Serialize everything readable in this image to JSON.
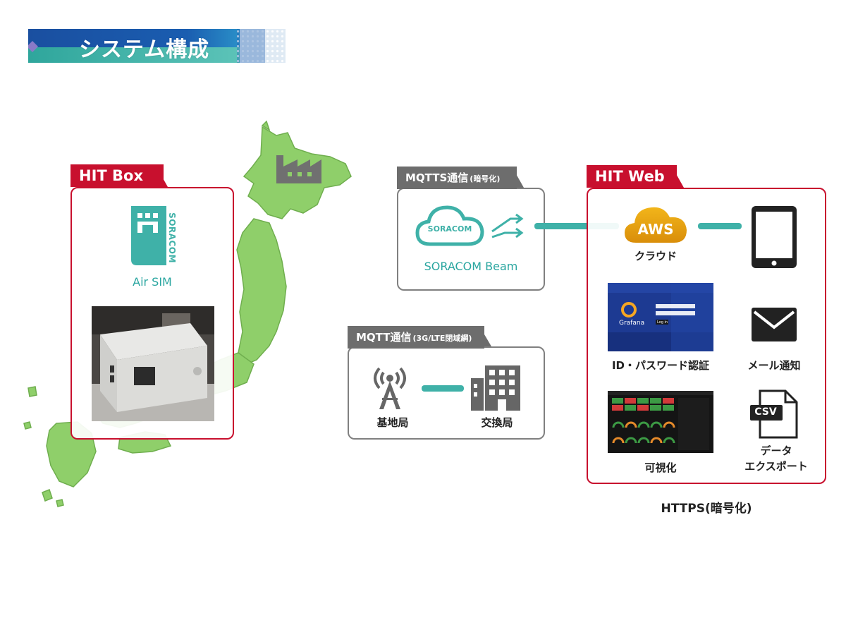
{
  "title": "システム構成",
  "hit_box": {
    "tab_label": "HIT Box",
    "sim_brand": "SORACOM",
    "sim_label": "Air SIM"
  },
  "mqtts": {
    "tab_label": "MQTTS通信",
    "tab_sub": "(暗号化)",
    "cloud_text": "SORACOM",
    "service_label": "SORACOM Beam"
  },
  "mqtt": {
    "tab_label": "MQTT通信",
    "tab_sub": "(3G/LTE閉域網)",
    "tower_label": "基地局",
    "exchange_label": "交換局"
  },
  "hit_web": {
    "tab_label": "HIT Web",
    "aws_text": "AWS",
    "aws_label": "クラウド",
    "auth_label": "ID・パスワード認証",
    "grafana_text": "Grafana",
    "login_button": "Log in",
    "mail_label": "メール通知",
    "viz_label": "可視化",
    "csv_icon_text": "CSV",
    "export_label_1": "データ",
    "export_label_2": "エクスポート"
  },
  "https_label": "HTTPS(暗号化)",
  "colors": {
    "accent_red": "#c8102e",
    "teal": "#3fb1a8",
    "banner_blue": "#1a4fa0",
    "map_green": "#8fcf6a",
    "gray_tab": "#6d6d6d"
  }
}
